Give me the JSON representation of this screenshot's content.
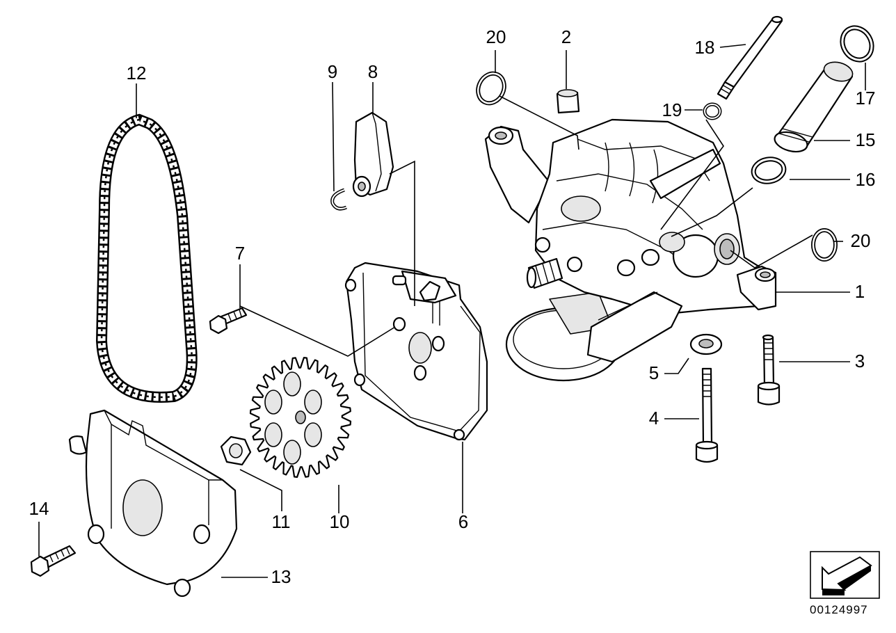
{
  "callouts": {
    "c1": "1",
    "c2": "2",
    "c3": "3",
    "c4": "4",
    "c5": "5",
    "c6": "6",
    "c7": "7",
    "c8": "8",
    "c9": "9",
    "c10": "10",
    "c11": "11",
    "c12": "12",
    "c13": "13",
    "c14": "14",
    "c15": "15",
    "c16": "16",
    "c17": "17",
    "c18": "18",
    "c19": "19",
    "c20a": "20",
    "c20b": "20"
  },
  "reference_number": "00124997",
  "icons": {
    "nav_arrow": "arrow-down-left-icon"
  }
}
